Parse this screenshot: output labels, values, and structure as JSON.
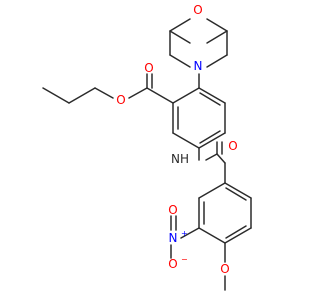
{
  "molecule": {
    "atoms": {
      "morpholine_oxygen": "O",
      "morpholine_nitrogen": "N",
      "ester_carbonyl_oxygen": "O",
      "ester_oxygen": "O",
      "amide_nh": "NH",
      "amide_carbonyl_oxygen": "O",
      "nitro_nitrogen": "N",
      "nitro_n_charge": "+",
      "nitro_oxygen_top": "O",
      "nitro_oxygen_bottom": "O",
      "nitro_o_charge": "−",
      "methoxy_oxygen": "O"
    },
    "colors": {
      "carbon_bond": "#2b2b2b",
      "oxygen": "#ff0000",
      "nitrogen": "#0000ff",
      "nh_label": "#2b2b2b"
    }
  }
}
